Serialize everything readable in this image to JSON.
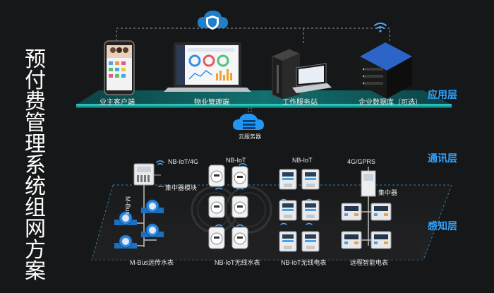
{
  "title_chars": [
    "预",
    "付",
    "费",
    "管",
    "理",
    "系",
    "统",
    "组",
    "网",
    "方",
    "案"
  ],
  "layers": {
    "application": "应用层",
    "communication": "通讯层",
    "perception": "感知层"
  },
  "app_devices": {
    "owner": "业主客户端",
    "property": "物业管理端",
    "workstation": "工作服务站",
    "database": "企业数据库（可选）"
  },
  "cloud": "云服务器",
  "comm": {
    "nb_iot_4g": "NB-IoT/4G",
    "nb_iot_water": "NB-IoT",
    "nb_iot_elec": "NB-IoT",
    "gprs": "4G/GPRS",
    "mbus": "M-Bus"
  },
  "modules": {
    "concentrator_module": "集中器模块",
    "concentrator": "集中器"
  },
  "meters": {
    "mbus_water": "M-Bus远传水表",
    "nb_water": "NB-IoT无线水表",
    "nb_elec": "NB-IoT无线电表",
    "remote_elec": "远程智能电表"
  },
  "colors": {
    "accent": "#2fa3ff",
    "platform": "#1ec8c0",
    "background": "#161718"
  }
}
